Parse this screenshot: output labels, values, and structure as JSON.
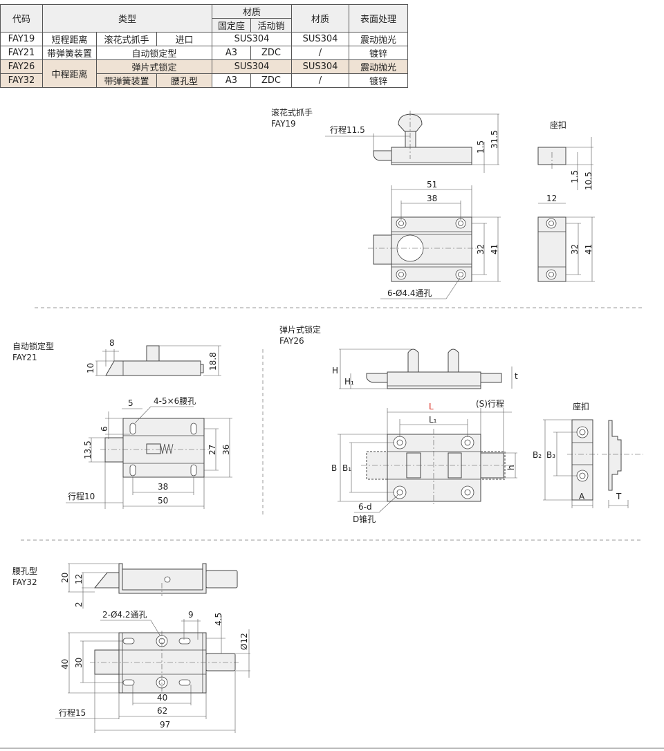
{
  "table": {
    "header": {
      "code": "代码",
      "type": "类型",
      "material_group": "材质",
      "fixed_seat": "固定座",
      "moving_pin": "活动销",
      "material": "材质",
      "surface": "表面处理"
    },
    "rows": [
      {
        "code": "FAY19",
        "type1": "短程距离",
        "type2": "滚花式抓手",
        "type3": "进口",
        "mat_seat_pin": "SUS304",
        "material": "SUS304",
        "surface": "震动抛光"
      },
      {
        "code": "FAY21",
        "type1": "带弹簧装置",
        "type2": "自动锁定型",
        "seat": "A3",
        "pin": "ZDC",
        "material": "/",
        "surface": "镀锌"
      },
      {
        "code": "FAY26",
        "type1": "中程距离",
        "type2": "弹片式锁定",
        "mat_seat_pin": "SUS304",
        "material": "SUS304",
        "surface": "震动抛光"
      },
      {
        "code": "FAY32",
        "type2": "带弹簧装置",
        "type3": "腰孔型",
        "seat": "A3",
        "pin": "ZDC",
        "material": "/",
        "surface": "镀锌"
      }
    ]
  },
  "fay19": {
    "title": "滚花式抓手",
    "code": "FAY19",
    "stroke": "行程11.5",
    "d_31_5": "31.5",
    "d_1_5": "1.5",
    "d_51": "51",
    "d_38": "38",
    "d_32": "32",
    "d_41": "41",
    "holes": "6-Ø4.4通孔",
    "seat": {
      "title": "座扣",
      "d_1_5": "1.5",
      "d_10_5": "10.5",
      "d_12": "12",
      "d_32": "32",
      "d_41": "41"
    }
  },
  "fay21": {
    "title": "自动锁定型",
    "code": "FAY21",
    "d_8": "8",
    "d_10": "10",
    "d_18_8": "18.8",
    "d_5": "5",
    "slots": "4-5×6腰孔",
    "d_6": "6",
    "d_13_5": "13.5",
    "d_27": "27",
    "d_36": "36",
    "d_38": "38",
    "d_50": "50",
    "stroke": "行程10"
  },
  "fay26": {
    "title": "弹片式锁定",
    "code": "FAY26",
    "H": "H",
    "H1": "H₁",
    "t": "t",
    "L": "L",
    "L1": "L₁",
    "S": "(S)行程",
    "B": "B",
    "B1": "B₁",
    "h": "h",
    "holes1": "6-d",
    "holes2": "D锥孔",
    "seat": {
      "title": "座扣",
      "B2": "B₂",
      "B3": "B₃",
      "A": "A",
      "T": "T"
    }
  },
  "fay32": {
    "title": "腰孔型",
    "code": "FAY32",
    "d_20": "20",
    "d_12": "12",
    "d_2": "2",
    "holes": "2-Ø4.2通孔",
    "d_9": "9",
    "d_4_5": "4.5",
    "d_phi12": "Ø12",
    "d_40v": "40",
    "d_30": "30",
    "d_40": "40",
    "d_62": "62",
    "d_97": "97",
    "stroke": "行程15"
  },
  "colors": {
    "accent_red": "#d9261c",
    "beige": "#efe2d4"
  }
}
